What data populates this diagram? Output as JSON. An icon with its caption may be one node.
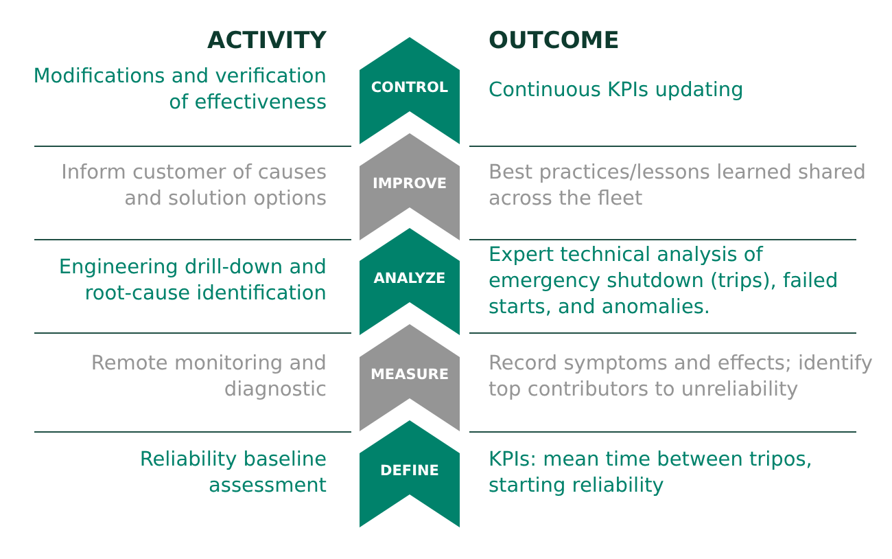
{
  "diagram": {
    "nodes": [
      {
        "text": [
          "CONTROL"
        ],
        "beside": [
          "Modifications and verification of effectiveness",
          "Continuous KPIs updating"
        ]
      },
      {
        "text": [
          "IMPROVE"
        ],
        "beside": [
          "Inform customer of causes and solution options",
          "Best practices/lessons learned shared across the fleet"
        ]
      },
      {
        "text": [
          "ANALYZE"
        ],
        "beside": [
          "Engineering drill-down and root-cause identification",
          "Expert technical analysis of emergency shutdown (trips), failed starts, and anomalies."
        ]
      },
      {
        "text": [
          "MEASURE"
        ],
        "beside": [
          "Remote monitoring and diagnostic",
          "Record symptoms and effects; identify top contributors to unreliability"
        ]
      },
      {
        "text": [
          "DEFINE"
        ],
        "beside": [
          "Reliability baseline assessment",
          "KPIs: mean time between tripos, starting reliability"
        ]
      }
    ],
    "labels": [
      "ACTIVITY",
      "OUTCOME"
    ]
  }
}
